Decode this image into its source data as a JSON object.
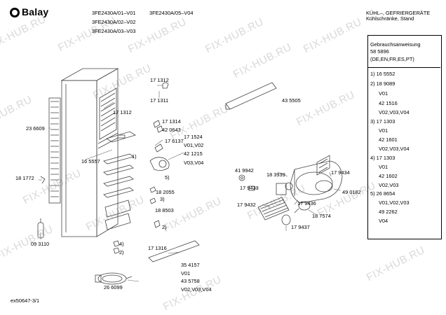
{
  "brand": "Balay",
  "header": {
    "models_col1": [
      "3FE2430A/01–V01",
      "3FE2430A/02–V02",
      "3FE2430A/03–V03"
    ],
    "model_col2": "3FE2430A/05–V04",
    "title": "KÜHL–, GEFRIERGERÄTE",
    "subtitle": "Kühlschränke, Stand"
  },
  "watermark": "FIX-HUB.RU",
  "footer_code": "ex50647-3/1",
  "info_panel": {
    "doc_label": "Gebrauchsanweisung",
    "doc_number": "58 5896",
    "doc_languages": "(DE,EN,FR,ES,PT)",
    "entries": [
      "1) 16 5552",
      "2) 18 9089",
      "V01",
      "42 1516",
      "V02,V03,V04",
      "3) 17 1303",
      "V01",
      "42 1601",
      "V02,V03,V04",
      "4) 17 1303",
      "V01",
      "42 1602",
      "V02,V03",
      "5) 26 8654",
      "V01,V02,V03",
      "49 2262",
      "V04"
    ]
  },
  "part_labels": {
    "p171312a": "17 1312",
    "p171311": "17 1311",
    "p171312b": "17 1312",
    "p435505": "43 5505",
    "p236609": "23 6609",
    "p171314": "17 1314",
    "p420643": "42 0643",
    "p171524": "17 1524",
    "p171524v": "V01,V02",
    "p176137": "17 6137",
    "p421215": "42 1215",
    "p421215v": "V03,V04",
    "p165557": "16 5557",
    "c1": "1)",
    "c5": "5)",
    "p181772": "18 1772",
    "p182055": "18 2055",
    "c3": "3)",
    "p188503": "18 8503",
    "c2a": "2)",
    "p419942": "41 9942",
    "p183939": "18 3939",
    "p179434": "17 9434",
    "p179433": "17 9433",
    "p490182": "49 0182",
    "p179436": "17 9436",
    "p179432": "17 9432",
    "p187574": "18 7574",
    "p179437": "17 9437",
    "p093110": "09 3110",
    "c4": "4)",
    "c2b": "2)",
    "p171316": "17 1316",
    "p354157": "35 4157",
    "p354157v": "V01",
    "p435758": "43 5758",
    "p435758v": "V02,V03,V04",
    "p266099": "26 6099"
  }
}
